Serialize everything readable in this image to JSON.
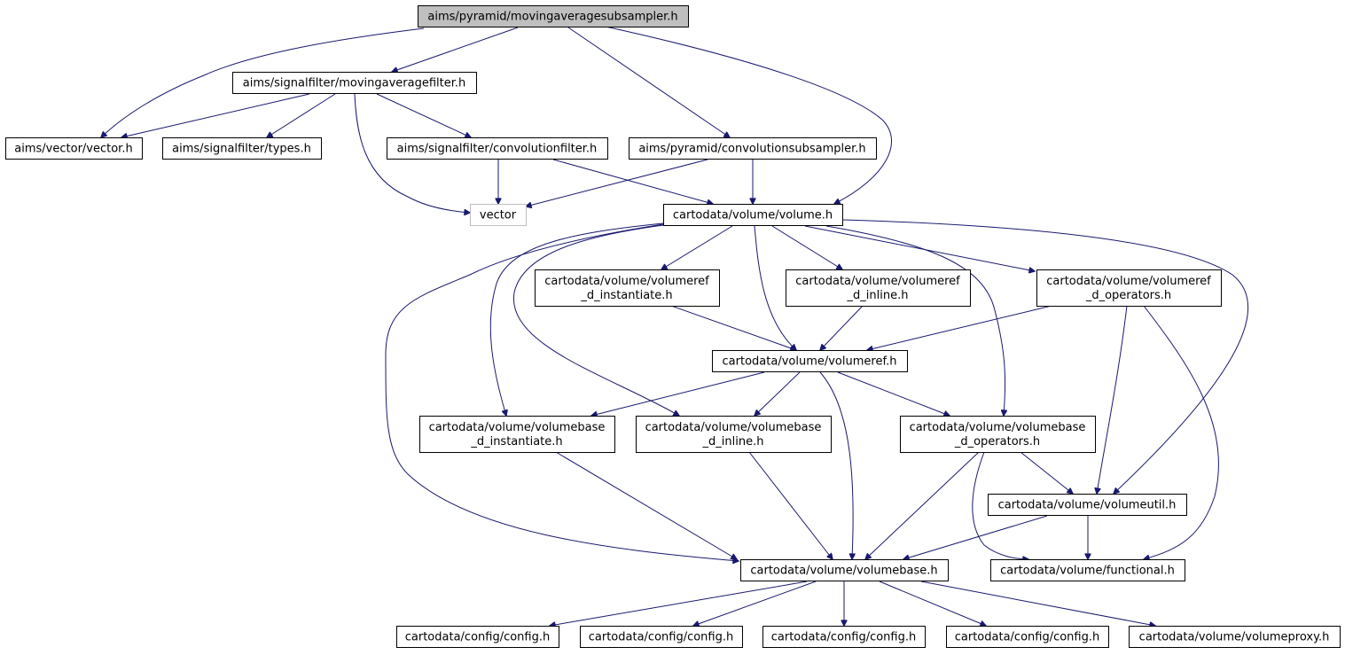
{
  "diagram": {
    "nodes": [
      {
        "id": "n_root",
        "lines": [
          "aims/pyramid/movingaveragesubsampler.h"
        ],
        "style": "root"
      },
      {
        "id": "n_maf",
        "lines": [
          "aims/signalfilter/movingaveragefilter.h"
        ]
      },
      {
        "id": "n_vec",
        "lines": [
          "aims/vector/vector.h"
        ]
      },
      {
        "id": "n_types",
        "lines": [
          "aims/signalfilter/types.h"
        ]
      },
      {
        "id": "n_convf",
        "lines": [
          "aims/signalfilter/convolutionfilter.h"
        ]
      },
      {
        "id": "n_convs",
        "lines": [
          "aims/pyramid/convolutionsubsampler.h"
        ]
      },
      {
        "id": "n_vector",
        "lines": [
          "vector"
        ],
        "style": "external"
      },
      {
        "id": "n_volume",
        "lines": [
          "cartodata/volume/volume.h"
        ]
      },
      {
        "id": "n_vr_inst",
        "lines": [
          "cartodata/volume/volumeref",
          "_d_instantiate.h"
        ]
      },
      {
        "id": "n_vr_inl",
        "lines": [
          "cartodata/volume/volumeref",
          "_d_inline.h"
        ]
      },
      {
        "id": "n_vr_ops",
        "lines": [
          "cartodata/volume/volumeref",
          "_d_operators.h"
        ]
      },
      {
        "id": "n_vref",
        "lines": [
          "cartodata/volume/volumeref.h"
        ]
      },
      {
        "id": "n_vb_inst",
        "lines": [
          "cartodata/volume/volumebase",
          "_d_instantiate.h"
        ]
      },
      {
        "id": "n_vb_inl",
        "lines": [
          "cartodata/volume/volumebase",
          "_d_inline.h"
        ]
      },
      {
        "id": "n_vb_ops",
        "lines": [
          "cartodata/volume/volumebase",
          "_d_operators.h"
        ]
      },
      {
        "id": "n_vutil",
        "lines": [
          "cartodata/volume/volumeutil.h"
        ]
      },
      {
        "id": "n_vbase",
        "lines": [
          "cartodata/volume/volumebase.h"
        ]
      },
      {
        "id": "n_func",
        "lines": [
          "cartodata/volume/functional.h"
        ]
      },
      {
        "id": "n_cfg1",
        "lines": [
          "cartodata/config/config.h"
        ]
      },
      {
        "id": "n_cfg2",
        "lines": [
          "cartodata/config/config.h"
        ]
      },
      {
        "id": "n_cfg3",
        "lines": [
          "cartodata/config/config.h"
        ]
      },
      {
        "id": "n_cfg4",
        "lines": [
          "cartodata/config/config.h"
        ]
      },
      {
        "id": "n_vproxy",
        "lines": [
          "cartodata/volume/volumeproxy.h"
        ]
      }
    ],
    "edges": [
      [
        "n_root",
        "n_maf"
      ],
      [
        "n_root",
        "n_vec"
      ],
      [
        "n_root",
        "n_convs"
      ],
      [
        "n_root",
        "n_volume"
      ],
      [
        "n_maf",
        "n_vec"
      ],
      [
        "n_maf",
        "n_types"
      ],
      [
        "n_maf",
        "n_convf"
      ],
      [
        "n_maf",
        "n_vector"
      ],
      [
        "n_convf",
        "n_vector"
      ],
      [
        "n_convf",
        "n_volume"
      ],
      [
        "n_convs",
        "n_vector"
      ],
      [
        "n_convs",
        "n_volume"
      ],
      [
        "n_volume",
        "n_vr_inst"
      ],
      [
        "n_volume",
        "n_vr_inl"
      ],
      [
        "n_volume",
        "n_vr_ops"
      ],
      [
        "n_volume",
        "n_vref"
      ],
      [
        "n_volume",
        "n_vb_inst"
      ],
      [
        "n_volume",
        "n_vb_inl"
      ],
      [
        "n_volume",
        "n_vb_ops"
      ],
      [
        "n_volume",
        "n_vutil"
      ],
      [
        "n_volume",
        "n_vbase"
      ],
      [
        "n_vr_inst",
        "n_vref"
      ],
      [
        "n_vr_inl",
        "n_vref"
      ],
      [
        "n_vr_ops",
        "n_vref"
      ],
      [
        "n_vr_ops",
        "n_vutil"
      ],
      [
        "n_vr_ops",
        "n_func"
      ],
      [
        "n_vref",
        "n_vb_inst"
      ],
      [
        "n_vref",
        "n_vb_inl"
      ],
      [
        "n_vref",
        "n_vb_ops"
      ],
      [
        "n_vref",
        "n_vbase"
      ],
      [
        "n_vb_inst",
        "n_vbase"
      ],
      [
        "n_vb_inl",
        "n_vbase"
      ],
      [
        "n_vb_ops",
        "n_vbase"
      ],
      [
        "n_vb_ops",
        "n_vutil"
      ],
      [
        "n_vb_ops",
        "n_func"
      ],
      [
        "n_vutil",
        "n_vbase"
      ],
      [
        "n_vutil",
        "n_func"
      ],
      [
        "n_vbase",
        "n_cfg1"
      ],
      [
        "n_vbase",
        "n_cfg2"
      ],
      [
        "n_vbase",
        "n_cfg3"
      ],
      [
        "n_vbase",
        "n_cfg4"
      ],
      [
        "n_vbase",
        "n_vproxy"
      ]
    ],
    "colors": {
      "edge": "#191970",
      "root_fill": "#bfbfbf",
      "external_border": "#bfbfbf",
      "node_border": "#000000"
    }
  }
}
